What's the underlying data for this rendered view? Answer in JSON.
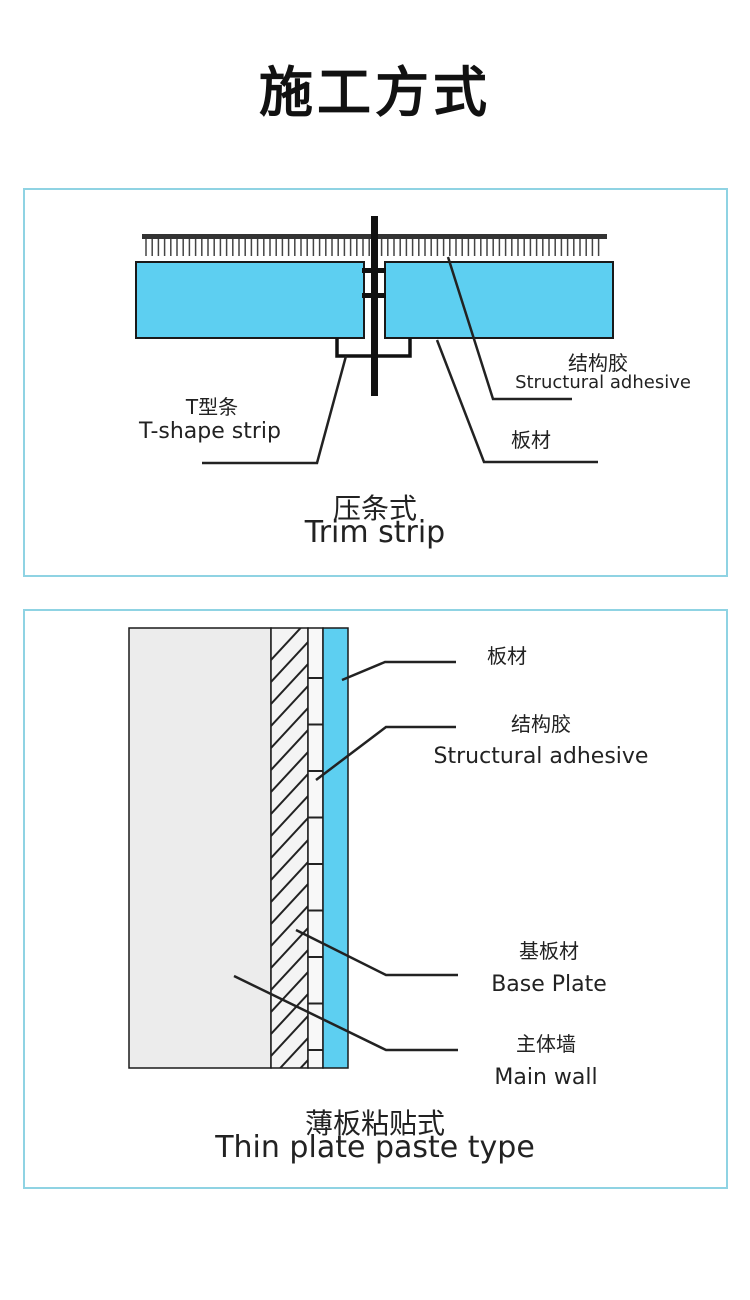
{
  "page": {
    "title": "施工方式"
  },
  "trim_strip": {
    "caption_cn": "压条式",
    "caption_en": "Trim strip",
    "labels": {
      "t_strip_cn": "T型条",
      "t_strip_en": "T-shape strip",
      "adhesive_cn": "结构胶",
      "adhesive_en": "Structural adhesive",
      "board_cn": "板材"
    }
  },
  "thin_plate": {
    "caption_cn": "薄板粘贴式",
    "caption_en": "Thin plate paste type",
    "labels": {
      "board_cn": "板材",
      "adhesive_cn": "结构胶",
      "adhesive_en": "Structural adhesive",
      "base_cn": "基板材",
      "base_en": "Base Plate",
      "wall_cn": "主体墙",
      "wall_en": "Main wall"
    }
  },
  "colors": {
    "panel_border": "#8fd3e3",
    "board_fill": "#5dcff1",
    "wall_fill": "#ececec",
    "line": "#222222"
  }
}
